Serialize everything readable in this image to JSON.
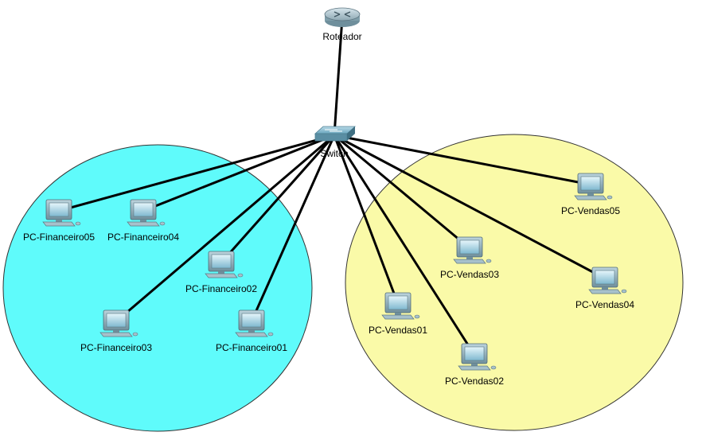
{
  "zones": [
    {
      "id": "financeiro",
      "fill": "#5ffbfb"
    },
    {
      "id": "vendas",
      "fill": "#fafaa8"
    }
  ],
  "router": {
    "label": "Roteador",
    "icon": "router-icon"
  },
  "switch": {
    "label": "Switch",
    "icon": "switch-icon"
  },
  "pcs": [
    {
      "id": "fin05",
      "label": "PC-Financeiro05",
      "icon": "pc-icon",
      "zone": "financeiro"
    },
    {
      "id": "fin04",
      "label": "PC-Financeiro04",
      "icon": "pc-icon",
      "zone": "financeiro"
    },
    {
      "id": "fin02",
      "label": "PC-Financeiro02",
      "icon": "pc-icon",
      "zone": "financeiro"
    },
    {
      "id": "fin03",
      "label": "PC-Financeiro03",
      "icon": "pc-icon",
      "zone": "financeiro"
    },
    {
      "id": "fin01",
      "label": "PC-Financeiro01",
      "icon": "pc-icon",
      "zone": "financeiro"
    },
    {
      "id": "ven05",
      "label": "PC-Vendas05",
      "icon": "pc-icon",
      "zone": "vendas"
    },
    {
      "id": "ven03",
      "label": "PC-Vendas03",
      "icon": "pc-icon",
      "zone": "vendas"
    },
    {
      "id": "ven04",
      "label": "PC-Vendas04",
      "icon": "pc-icon",
      "zone": "vendas"
    },
    {
      "id": "ven01",
      "label": "PC-Vendas01",
      "icon": "pc-icon",
      "zone": "vendas"
    },
    {
      "id": "ven02",
      "label": "PC-Vendas02",
      "icon": "pc-icon",
      "zone": "vendas"
    }
  ],
  "links": [
    {
      "from": "router",
      "to": "switch"
    },
    {
      "from": "switch",
      "to": "fin05"
    },
    {
      "from": "switch",
      "to": "fin04"
    },
    {
      "from": "switch",
      "to": "fin02"
    },
    {
      "from": "switch",
      "to": "fin03"
    },
    {
      "from": "switch",
      "to": "fin01"
    },
    {
      "from": "switch",
      "to": "ven05"
    },
    {
      "from": "switch",
      "to": "ven03"
    },
    {
      "from": "switch",
      "to": "ven04"
    },
    {
      "from": "switch",
      "to": "ven01"
    },
    {
      "from": "switch",
      "to": "ven02"
    }
  ]
}
